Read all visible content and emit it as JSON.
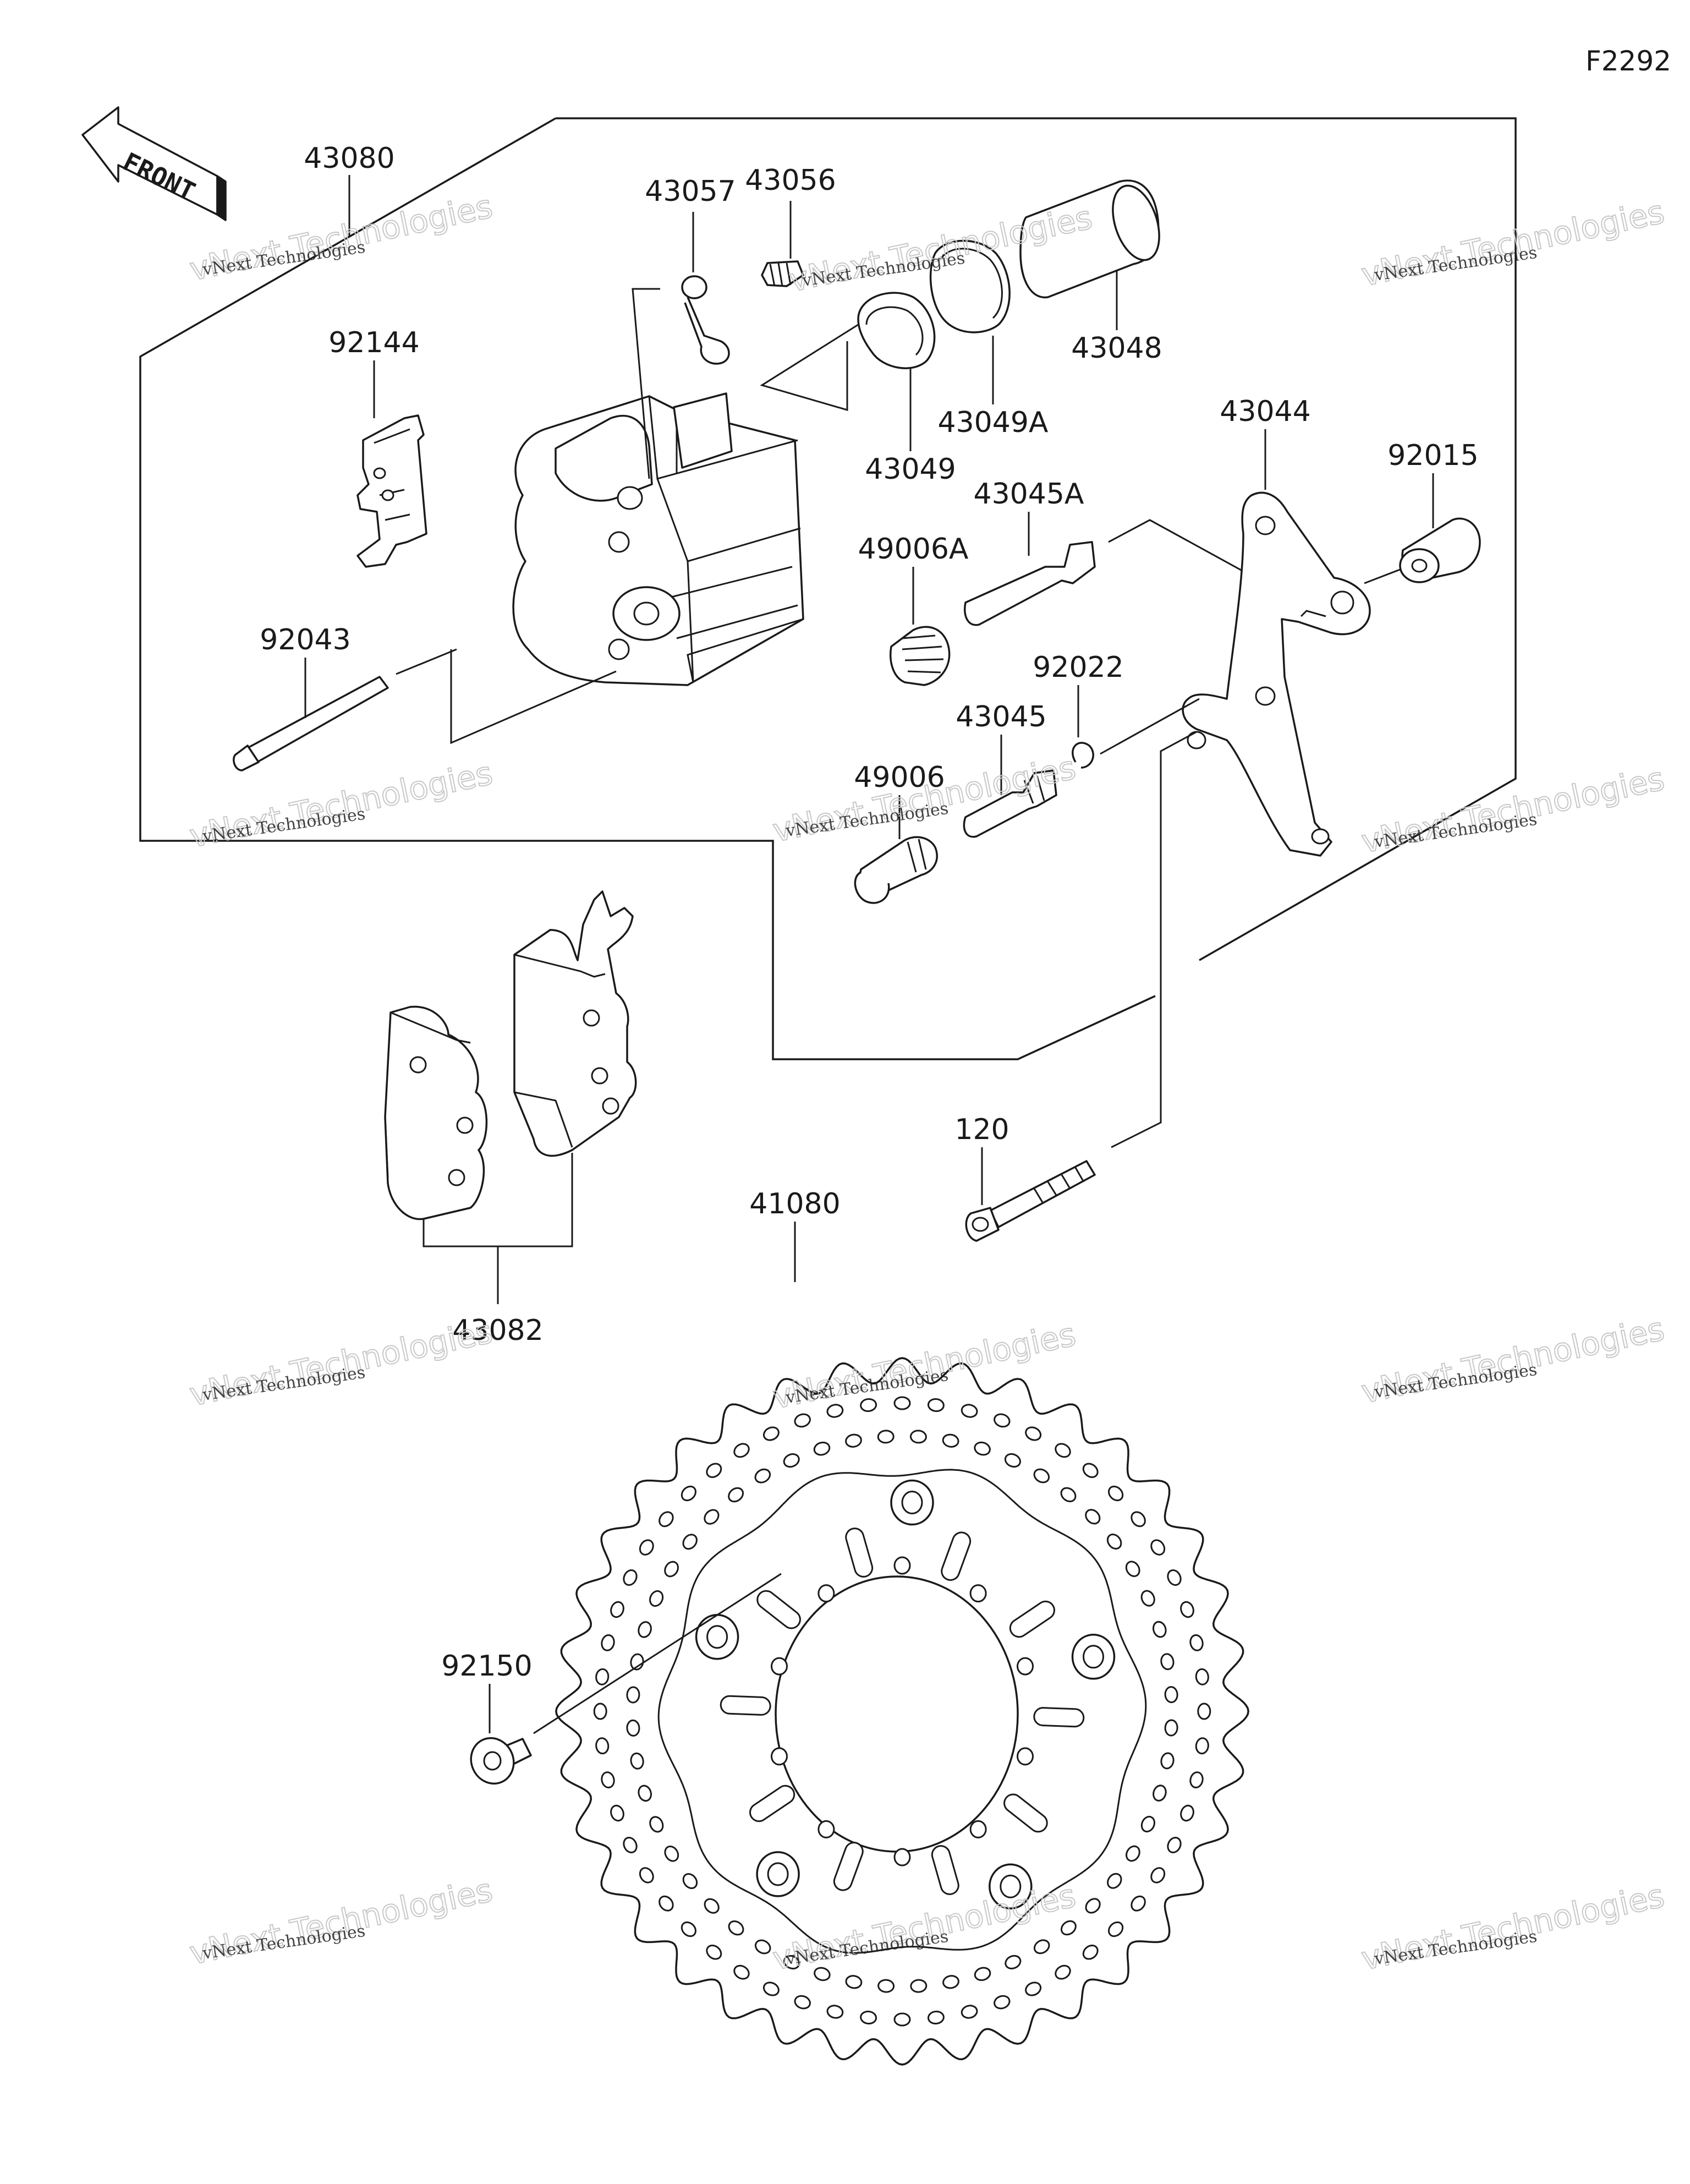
{
  "diagram_code": "F2292",
  "front_label": "FRONT",
  "watermark": {
    "line1": "vNext Technologies",
    "line2": "vNext\nTechnologies"
  },
  "parts": [
    {
      "id": "43080"
    },
    {
      "id": "43057"
    },
    {
      "id": "43056"
    },
    {
      "id": "43048"
    },
    {
      "id": "43049A"
    },
    {
      "id": "43049"
    },
    {
      "id": "92144"
    },
    {
      "id": "43044"
    },
    {
      "id": "92015"
    },
    {
      "id": "43045A"
    },
    {
      "id": "49006A"
    },
    {
      "id": "92043"
    },
    {
      "id": "92022"
    },
    {
      "id": "43045"
    },
    {
      "id": "49006"
    },
    {
      "id": "120"
    },
    {
      "id": "41080"
    },
    {
      "id": "43082"
    },
    {
      "id": "92150"
    }
  ]
}
